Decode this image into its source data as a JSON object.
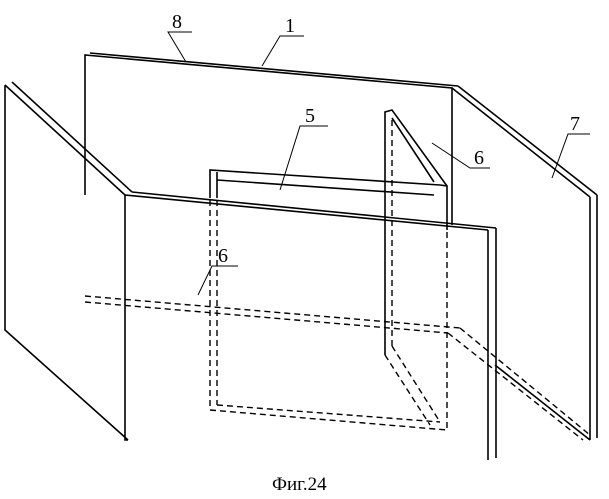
{
  "figure": {
    "caption": "Фиг.24",
    "labels": {
      "label_8": "8",
      "label_1": "1",
      "label_5": "5",
      "label_6_top": "6",
      "label_7": "7",
      "label_6_left": "6"
    }
  }
}
